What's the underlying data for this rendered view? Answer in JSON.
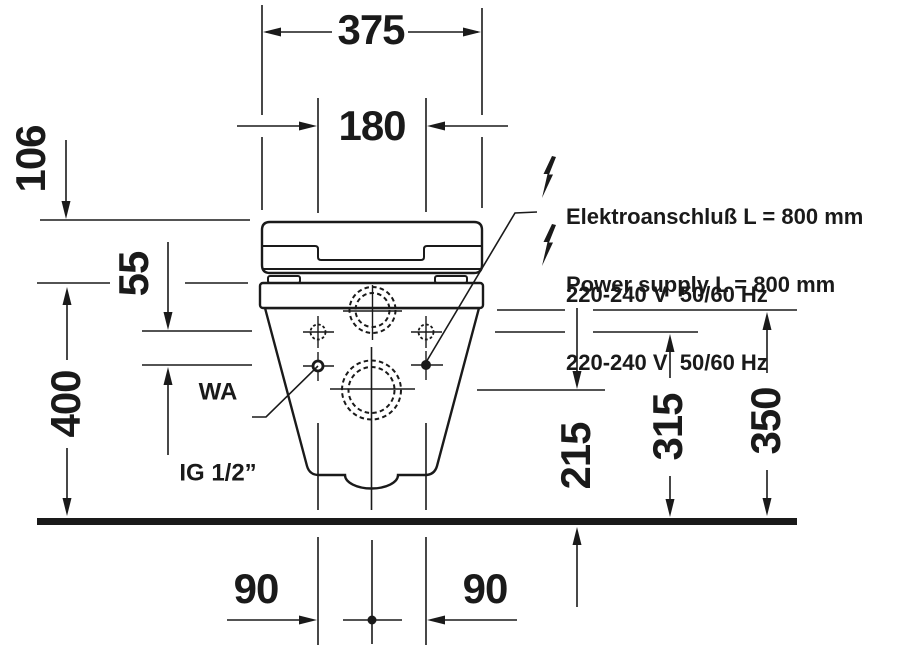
{
  "drawing": {
    "background": "#ffffff",
    "line_color": "#1a1a1a",
    "type": "wall-hung toilet front-view installation drawing"
  },
  "dims": {
    "top_width": "375",
    "hole_spacing": "180",
    "lid_offset": "106",
    "connector_offset": "55",
    "rim_height": "400",
    "outlet_height": "215",
    "holes_height": "315",
    "flush_height": "350",
    "bottom_left": "90",
    "bottom_right": "90"
  },
  "annotations": {
    "electrical_de_line1": "Elektroanschluß L = 800 mm",
    "electrical_de_line2": "220-240 V  50/60 Hz",
    "electrical_en_line1": "Power supply L = 800 mm",
    "electrical_en_line2": "220-240 V  50/60 Hz",
    "water_line1": "WA",
    "water_line2": "IG 1/2”"
  },
  "icons": {
    "lightning": "lightning-bolt"
  }
}
